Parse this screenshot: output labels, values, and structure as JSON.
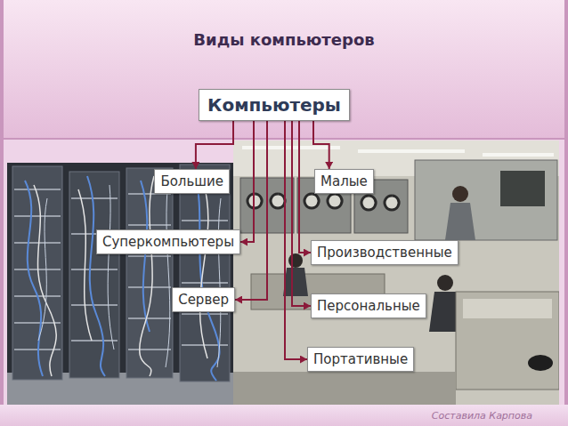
{
  "diagram": {
    "title": "Виды компьютеров",
    "nodes": [
      {
        "text": [
          "Компьютеры"
        ]
      },
      {
        "text": [
          "Большие"
        ]
      },
      {
        "text": [
          "Малые"
        ]
      },
      {
        "text": [
          "Суперкомпьютеры"
        ]
      },
      {
        "text": [
          "Производственные"
        ]
      },
      {
        "text": [
          "Сервер"
        ]
      },
      {
        "text": [
          "Персональные"
        ]
      },
      {
        "text": [
          "Портативные"
        ]
      }
    ],
    "edges": [
      {
        "from": 0,
        "to": 1,
        "arrow": "to"
      },
      {
        "from": 0,
        "to": 2,
        "arrow": "to"
      },
      {
        "from": 0,
        "to": 3,
        "arrow": "to"
      },
      {
        "from": 0,
        "to": 4,
        "arrow": "to"
      },
      {
        "from": 0,
        "to": 5,
        "arrow": "to"
      },
      {
        "from": 0,
        "to": 6,
        "arrow": "to"
      },
      {
        "from": 0,
        "to": 7,
        "arrow": "to"
      }
    ],
    "labels": [
      "Составила Карпова"
    ]
  }
}
